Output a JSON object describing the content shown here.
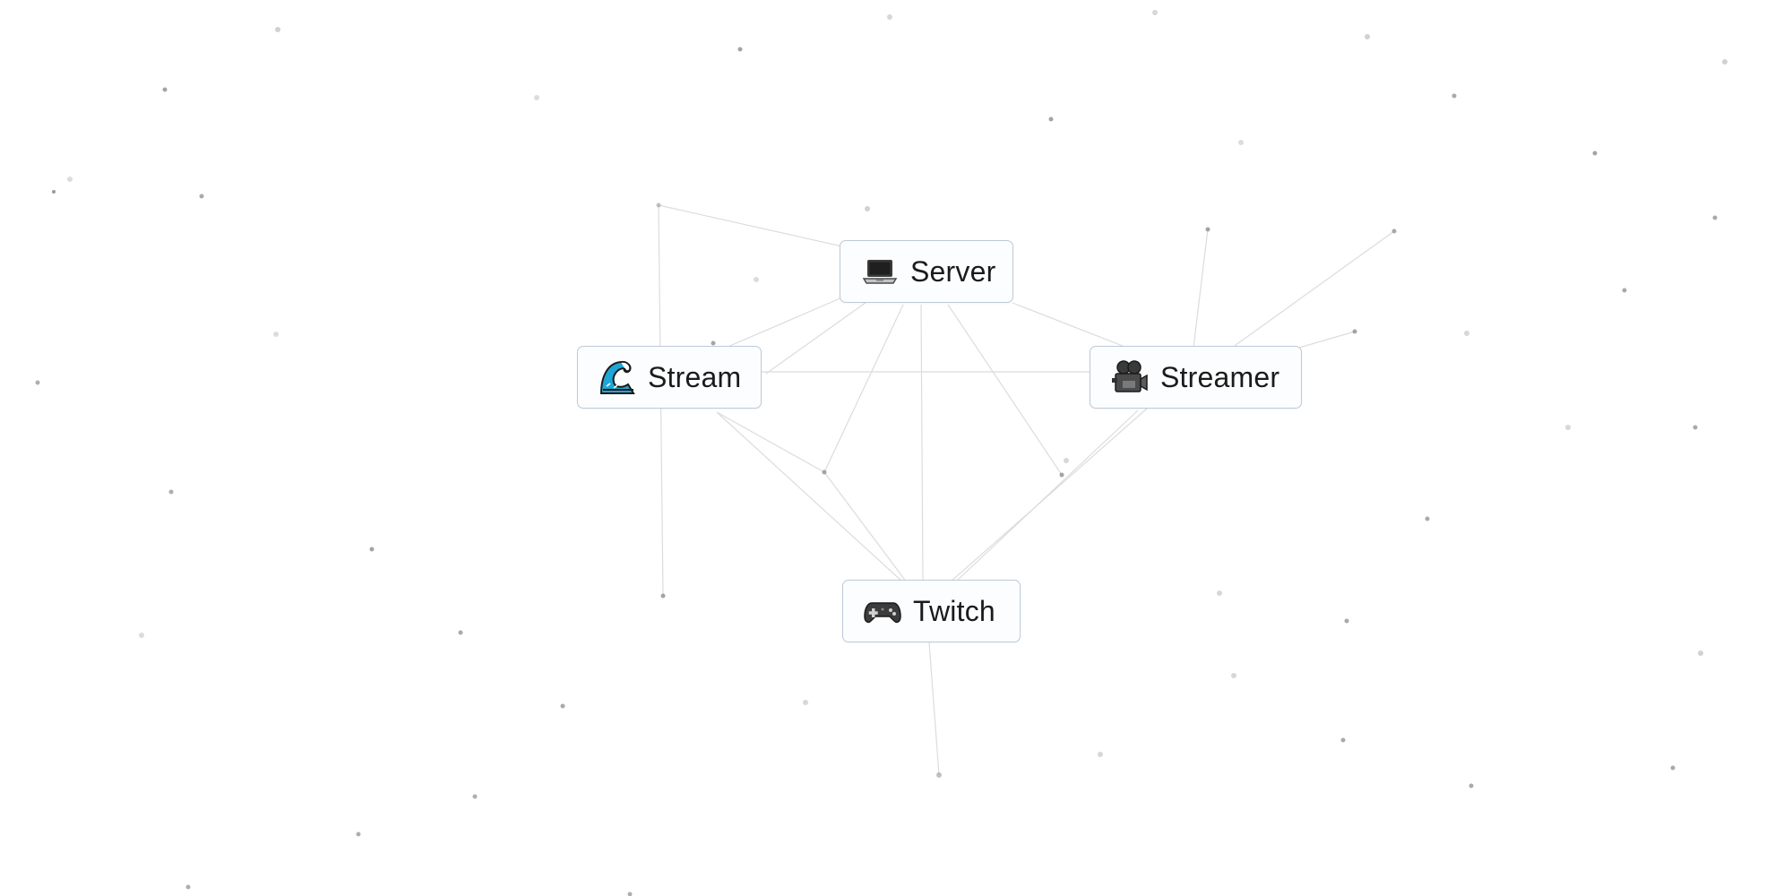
{
  "items": [
    {
      "label": "Server",
      "icon": "laptop-icon"
    },
    {
      "label": "Stream",
      "icon": "water-wave-icon"
    },
    {
      "label": "Streamer",
      "icon": "movie-camera-icon"
    },
    {
      "label": "Twitch",
      "icon": "game-controller-icon"
    }
  ],
  "colors": {
    "background": "#ffffff",
    "item_border": "#bccbd8",
    "item_fill": "#fcfdfe",
    "text": "#1b1b1b",
    "link_line": "#dcdcdc",
    "particle": "#9a9a9a"
  }
}
